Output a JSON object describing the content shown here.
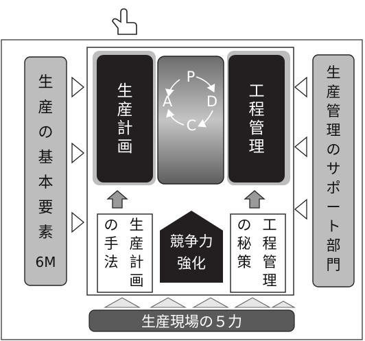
{
  "cursor": {
    "icon": "pointing-hand-cursor-icon"
  },
  "left_pillar": {
    "chars": [
      "生",
      "産",
      "の",
      "基",
      "本",
      "要",
      "素"
    ],
    "last_line": "6M"
  },
  "right_pillar": {
    "chars": [
      "生",
      "産",
      "管",
      "理",
      "の",
      "サ",
      "ポ",
      "ー",
      "ト",
      "部",
      "門"
    ]
  },
  "planning_block": {
    "chars": [
      "生",
      "産",
      "計",
      "画"
    ]
  },
  "control_block": {
    "chars": [
      "工",
      "程",
      "管",
      "理"
    ]
  },
  "pdca": {
    "P": "P",
    "D": "D",
    "C": "C",
    "A": "A",
    "arrow_icon": "cycle-arrows-icon"
  },
  "method_box": {
    "col_left": [
      "の",
      "手",
      "法"
    ],
    "col_right": [
      "生",
      "産",
      "計",
      "画"
    ]
  },
  "secret_box": {
    "col_left": [
      "の",
      "秘",
      "策"
    ],
    "col_right": [
      "工",
      "程",
      "管",
      "理"
    ]
  },
  "competitiveness": {
    "line1": "競争力",
    "line2": "強化"
  },
  "base_bar": {
    "label": "生産現場の５力"
  },
  "colors": {
    "dark_block": "#231f20",
    "gray_fill": "#bdbdbd",
    "outline": "#222222",
    "chevron": "#e6e6e6",
    "base_bar": "#5a5a5a"
  }
}
